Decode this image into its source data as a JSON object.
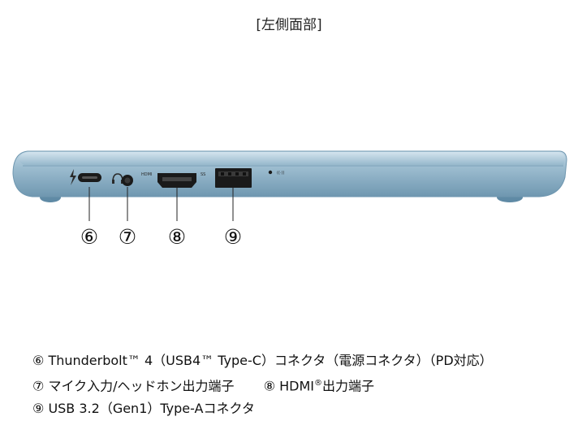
{
  "title": "[左側面部]",
  "ports": [
    {
      "num": "⑥",
      "label": "Thunderbolt™ 4（USB4™ Type-C）コネクタ（電源コネクタ）（PD対応）"
    },
    {
      "num": "⑦",
      "label": "マイク入力/ヘッドホン出力端子"
    },
    {
      "num": "⑧",
      "label_pre": "HDMI",
      "label_sup": "®",
      "label_post": "出力端子"
    },
    {
      "num": "⑨",
      "label": "USB 3.2（Gen1）Type-Aコネクタ"
    }
  ],
  "device_marks": {
    "hdmi_mark": "HDMI",
    "usb_mark": "SS",
    "led_mark": "((·))"
  },
  "colors": {
    "body": "#86aac0",
    "body_dark": "#5f8aa5",
    "body_light": "#b7d1df",
    "port": "#1a1a1a"
  }
}
